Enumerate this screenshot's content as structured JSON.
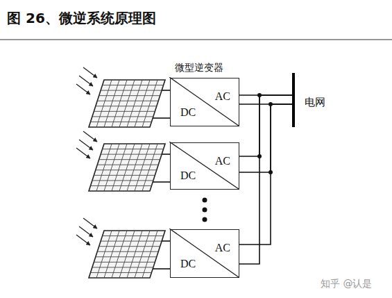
{
  "diagram": {
    "title": "图 26、微逆系统原理图",
    "nodes": [
      {
        "text": [
          "AC",
          "DC"
        ]
      },
      {
        "text": [
          "AC",
          "DC"
        ]
      },
      {
        "text": [
          "AC",
          "DC"
        ]
      },
      {
        "text": [
          "电网"
        ]
      }
    ],
    "edges": [
      {
        "from": 0,
        "to": 3,
        "arrow": "none"
      },
      {
        "from": 1,
        "to": 3,
        "arrow": "none"
      },
      {
        "from": 2,
        "to": 3,
        "arrow": "none"
      }
    ],
    "labels": [
      "微型逆变器",
      "知乎 @认是"
    ]
  }
}
